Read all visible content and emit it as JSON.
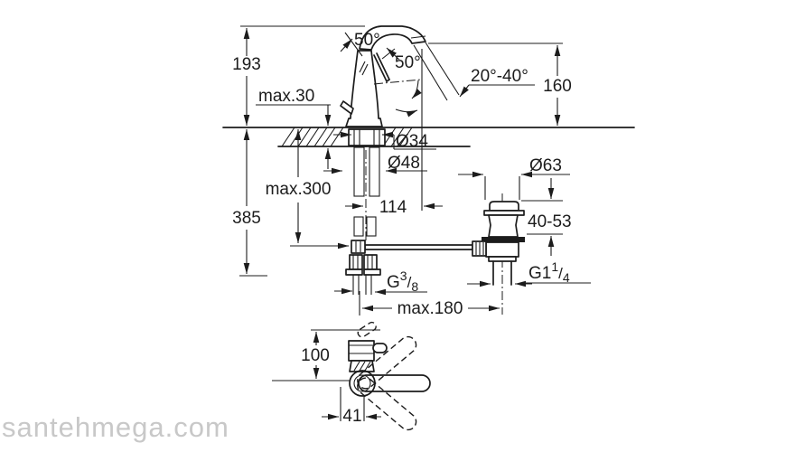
{
  "watermark": "santehmega.com",
  "drawing": {
    "type": "faucet installation dimension drawing",
    "labels": {
      "h193": "193",
      "max30": "max.30",
      "a50_handle": "50°",
      "a50_lever": "50°",
      "stream": "20°-40°",
      "h160": "160",
      "h385": "385",
      "max300": "max.300",
      "d34": "Ø34",
      "d48": "Ø48",
      "reach114": "114",
      "d63": "Ø63",
      "clamp_range": "40-53",
      "max180": "max.180",
      "top_h100": "100",
      "top_off41": "41"
    },
    "threads": {
      "supply": {
        "prefix": "G",
        "numerator": "3",
        "slash": "/",
        "denominator": "8"
      },
      "waste": {
        "prefix": "G1",
        "numerator": "1",
        "slash": "/",
        "denominator": "4"
      }
    }
  }
}
